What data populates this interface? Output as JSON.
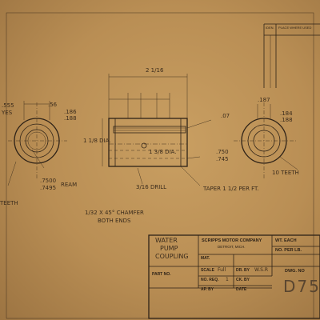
{
  "title_block": {
    "part_name_line1": "WATER",
    "part_name_line2": "PUMP",
    "part_name_line3": "COUPLING",
    "company": "SCRIPPS MOTOR COMPANY",
    "city": "DETROIT, MICH.",
    "wt_each_label": "WT. EACH",
    "no_per_lb_label": "NO. PER LB.",
    "mat_label": "MAT.",
    "scale_label": "SCALE",
    "scale_value": "Full",
    "dr_by_label": "DR. BY",
    "dr_by_value": "W.S.R",
    "dwg_no_label": "DWG. NO",
    "part_no_label": "PART NO.",
    "no_req_label": "NO. REQ.",
    "no_req_value": "1",
    "ck_by_label": "CK. BY",
    "ap_by_label": "AP. BY",
    "date_label": "DATE",
    "dwg_number": "D75"
  },
  "revision_block": {
    "col1": "IDEN.",
    "col2": "PLACE WHERE USED"
  },
  "dimensions": {
    "left_dia_a": ".555",
    "left_dia_b": "YES",
    "left_56": ".56",
    "left_186": ".186",
    "left_188": ".188",
    "ream_top": ".7500",
    "ream_bottom": ".7495",
    "ream_word": "REAM",
    "teeth_left": "TEETH",
    "overall_len": "2 1/16",
    "center_dia_a": "1 1/8 DIA.",
    "center_dia_b": "1 3/8 DIA.",
    "dim_07": ".07",
    "dim_750": ".750",
    "dim_745": ".745",
    "drill": "3/16 DRILL",
    "taper": "TAPER 1 1/2 PER FT.",
    "chamfer_line1": "1/32 X 45° CHAMFER",
    "chamfer_line2": "BOTH ENDS",
    "right_187": ".187",
    "right_184": ".184",
    "right_188": ".188",
    "teeth_right": "10 TEETH"
  }
}
